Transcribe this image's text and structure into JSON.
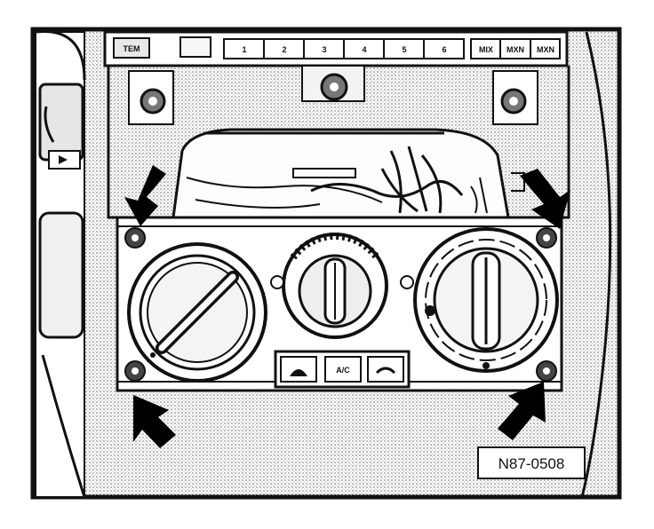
{
  "figure_id": "N87-0508",
  "radio": {
    "left_button": "TEM",
    "preset_buttons": [
      "1",
      "2",
      "3",
      "4",
      "5",
      "6"
    ],
    "right_buttons": [
      "MIX",
      "MXN",
      "MXN"
    ]
  },
  "controls": {
    "ac_button_label": "A/C"
  },
  "arrow_count": 4,
  "colors": {
    "ink": "#111111",
    "paper": "#ffffff",
    "shade": "#b8b8b8"
  }
}
